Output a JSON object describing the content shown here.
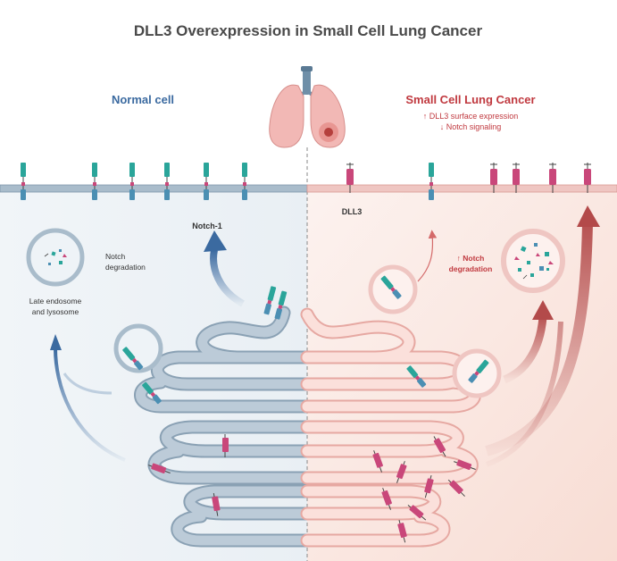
{
  "title": "DLL3 Overexpression in Small Cell Lung Cancer",
  "normal": {
    "heading": "Normal cell",
    "notch1_label": "Notch-1",
    "endosome_label_line1": "Late endosome",
    "endosome_label_line2": "and lysosome",
    "degradation_line1": "Notch",
    "degradation_line2": "degradation"
  },
  "sclc": {
    "heading": "Small Cell Lung Cancer",
    "sub1": "↑ DLL3 surface expression",
    "sub2": "↓ Notch signaling",
    "dll3_label": "DLL3",
    "degradation_line1": "↑ Notch",
    "degradation_line2": "degradation"
  },
  "colors": {
    "title": "#4a4a4a",
    "normal_accent": "#3b6aa0",
    "sclc_accent": "#c0393f",
    "notch": "#2aa59a",
    "dll3": "#c9477a",
    "membrane_normal": "#a9bccb",
    "membrane_sclc": "#efc6c2",
    "bg_normal": "#eef3f7",
    "bg_sclc": "#fbebe6"
  }
}
